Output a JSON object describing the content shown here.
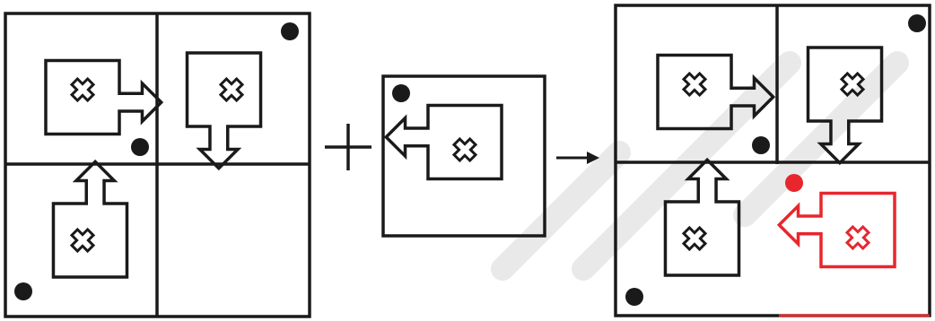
{
  "colors": {
    "stroke": "#1a1a1a",
    "highlight": "#e8262d",
    "background": "#ffffff",
    "watermark": "#e9e9e9"
  },
  "operators": {
    "plus_icon": "plus-icon",
    "arrow_icon": "right-arrow-icon"
  },
  "panels": [
    {
      "name": "left-grid",
      "cells": [
        {
          "position": "top-left",
          "shape_rotation_deg": -45,
          "dot": "bottom-right"
        },
        {
          "position": "top-right",
          "shape_rotation_deg": 45,
          "dot": "top-right"
        },
        {
          "position": "bottom-left",
          "shape_rotation_deg": -135,
          "dot": "bottom-left"
        },
        {
          "position": "bottom-right",
          "empty": true
        }
      ]
    },
    {
      "name": "single-box",
      "cells": [
        {
          "position": "center",
          "shape_rotation_deg": 135,
          "dot": "top-left"
        }
      ]
    },
    {
      "name": "result-grid",
      "cells": [
        {
          "position": "top-left",
          "shape_rotation_deg": -45,
          "dot": "bottom-right"
        },
        {
          "position": "top-right",
          "shape_rotation_deg": 45,
          "dot": "top-right"
        },
        {
          "position": "bottom-left",
          "shape_rotation_deg": -135,
          "dot": "bottom-left"
        },
        {
          "position": "bottom-right",
          "shape_rotation_deg": 135,
          "dot": "top-left",
          "highlighted": true
        }
      ]
    }
  ]
}
